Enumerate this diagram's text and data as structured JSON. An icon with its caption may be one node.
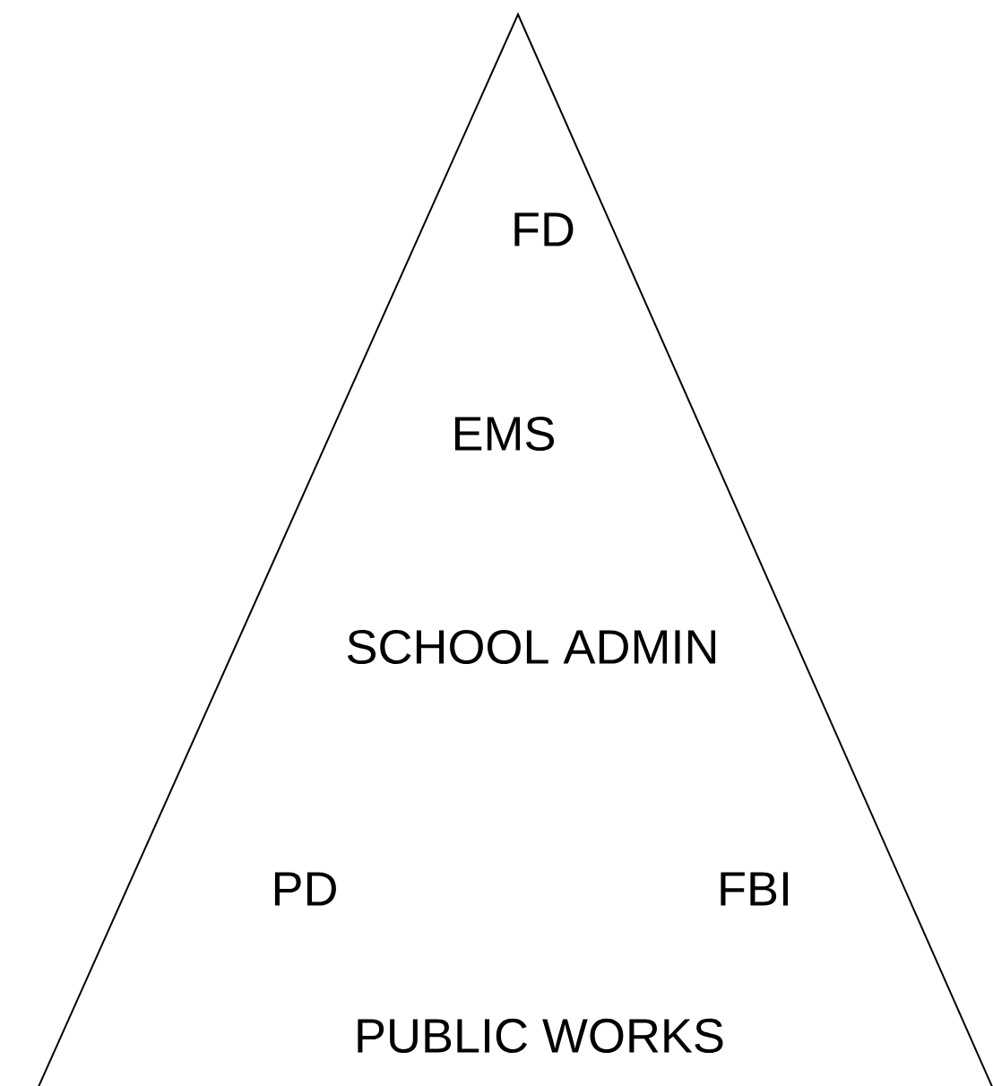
{
  "diagram": {
    "nodes": [
      {
        "text": [
          "FD",
          "EMS",
          "SCHOOL ADMIN",
          "PD",
          "FBI",
          "PUBLIC WORKS"
        ]
      }
    ]
  }
}
